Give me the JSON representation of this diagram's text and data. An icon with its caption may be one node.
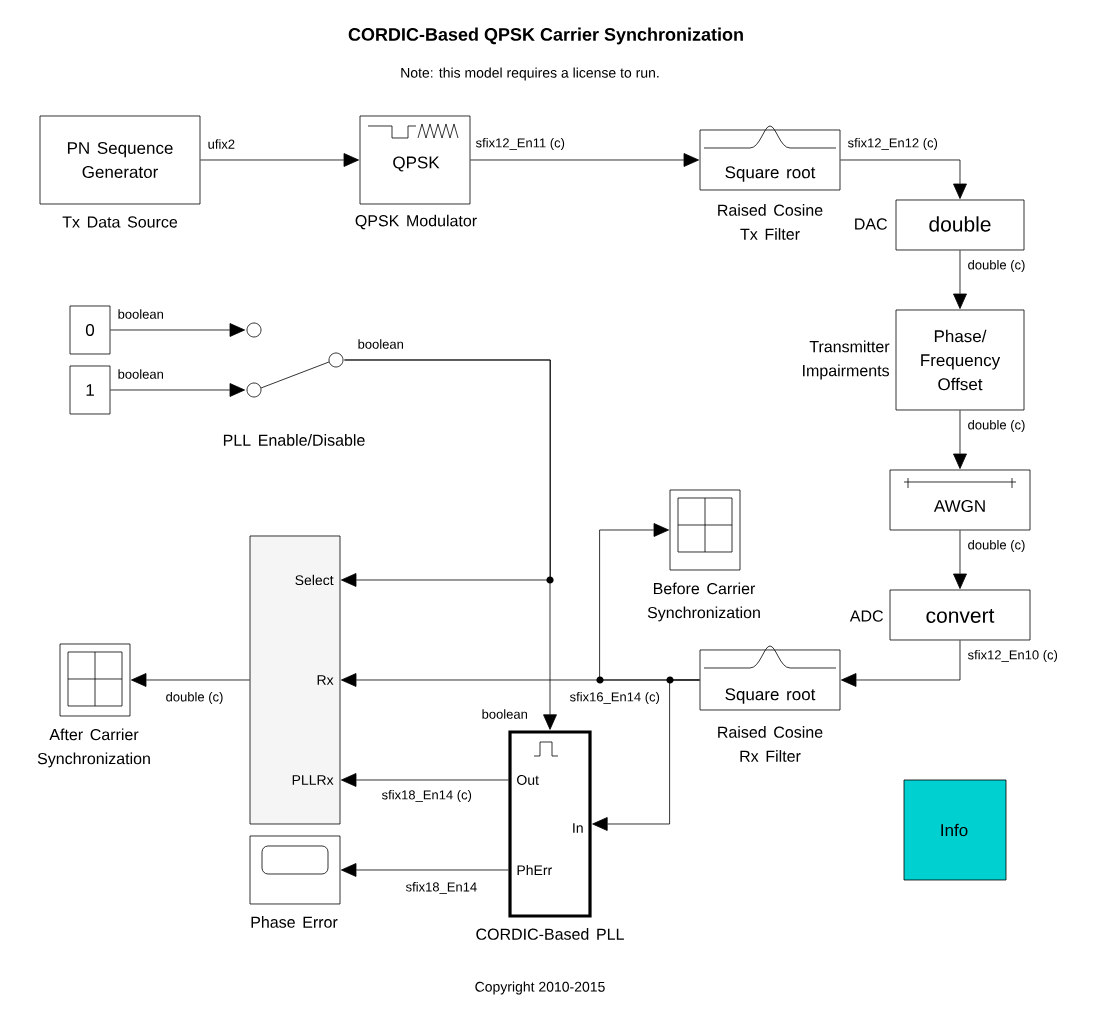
{
  "diagram": {
    "title": "CORDIC-Based QPSK Carrier Synchronization",
    "nodes": [
      {
        "text": [
          "PN Sequence Generator"
        ],
        "beside": [
          "Tx Data Source"
        ]
      },
      {
        "text": [
          "QPSK"
        ],
        "beside": [
          "QPSK Modulator"
        ]
      },
      {
        "text": [
          "Square root"
        ],
        "beside": [
          "Raised Cosine Tx Filter"
        ]
      },
      {
        "text": [
          "double"
        ],
        "beside": [
          "DAC"
        ]
      },
      {
        "text": [
          "Phase/ Frequency Offset"
        ],
        "beside": [
          "Transmitter Impairments"
        ]
      },
      {
        "text": [
          "AWGN"
        ]
      },
      {
        "text": [
          "convert"
        ],
        "beside": [
          "ADC"
        ]
      },
      {
        "text": [
          "Square root"
        ],
        "beside": [
          "Raised Cosine Rx Filter"
        ]
      },
      {
        "text": [],
        "shape": "box",
        "beside": [
          "Before Carrier Synchronization"
        ]
      },
      {
        "text": [
          "0"
        ]
      },
      {
        "text": [
          "1"
        ]
      },
      {
        "text": [],
        "shape": "switch",
        "beside": [
          "PLL Enable/Disable"
        ]
      },
      {
        "text": [
          "Select",
          "Rx",
          "PLLRx"
        ]
      },
      {
        "text": [],
        "shape": "box",
        "beside": [
          "After Carrier Synchronization"
        ]
      },
      {
        "text": [],
        "shape": "box",
        "beside": [
          "Phase Error"
        ]
      },
      {
        "text": [
          "Out",
          "In",
          "PhErr"
        ],
        "beside": [
          "CORDIC-Based PLL"
        ]
      },
      {
        "text": [
          "Info"
        ]
      }
    ],
    "edges": [
      {
        "from": 0,
        "to": 1,
        "arrow": "to",
        "label": "ufix2"
      },
      {
        "from": 1,
        "to": 2,
        "arrow": "to",
        "label": "sfix12_En11 (c)"
      },
      {
        "from": 2,
        "to": 3,
        "arrow": "to",
        "label": "sfix12_En12 (c)"
      },
      {
        "from": 3,
        "to": 4,
        "arrow": "to",
        "label": "double (c)"
      },
      {
        "from": 4,
        "to": 5,
        "arrow": "to",
        "label": "double (c)"
      },
      {
        "from": 5,
        "to": 6,
        "arrow": "to",
        "label": "double (c)"
      },
      {
        "from": 6,
        "to": 7,
        "arrow": "to",
        "label": "sfix12_En10 (c)"
      },
      {
        "from": 7,
        "to": 12,
        "arrow": "to",
        "label": "sfix16_En14 (c)"
      },
      {
        "from": 7,
        "to": 8,
        "arrow": "to"
      },
      {
        "from": 7,
        "to": 15,
        "arrow": "to"
      },
      {
        "from": 9,
        "to": 11,
        "arrow": "to",
        "label": "boolean"
      },
      {
        "from": 10,
        "to": 11,
        "arrow": "to",
        "label": "boolean"
      },
      {
        "from": 11,
        "to": 12,
        "arrow": "to",
        "label": "boolean"
      },
      {
        "from": 11,
        "to": 15,
        "arrow": "to",
        "label": "boolean"
      },
      {
        "from": 12,
        "to": 13,
        "arrow": "to",
        "label": "double (c)"
      },
      {
        "from": 15,
        "to": 12,
        "arrow": "to",
        "label": "sfix18_En14 (c)"
      },
      {
        "from": 15,
        "to": 14,
        "arrow": "to",
        "label": "sfix18_En14"
      }
    ],
    "labels": [
      "Note: this model requires a license to run.",
      "Copyright 2010-2015"
    ]
  }
}
